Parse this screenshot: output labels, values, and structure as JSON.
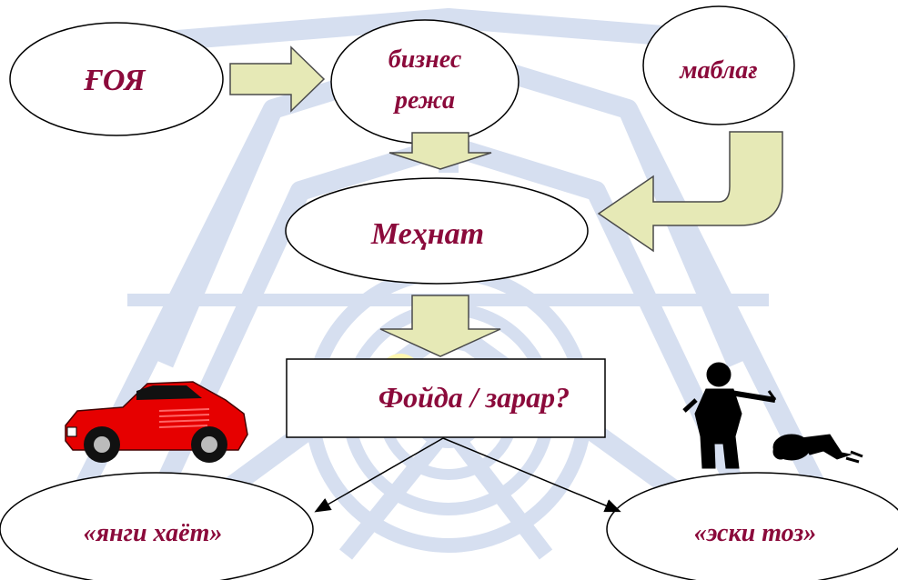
{
  "colors": {
    "label": "#8b0a3b",
    "watermark": "#d6dff0",
    "arrow_fill": "#e6e9b6",
    "arrow_stroke": "#4a4a4a",
    "car_red": "#e60000"
  },
  "diagram": {
    "nodes": {
      "idea": "ҒОЯ",
      "plan_line1": "бизнес",
      "plan_line2": "режа",
      "funds": "маблағ",
      "labor": "Меҳнат",
      "profit": "Фойда / зарар?",
      "new_life": "«янги хаёт»",
      "old_dust": "«эски тоз»"
    },
    "icons": [
      "watermark-logo-icon",
      "red-sports-car-icon",
      "bowing-figures-icon"
    ]
  }
}
